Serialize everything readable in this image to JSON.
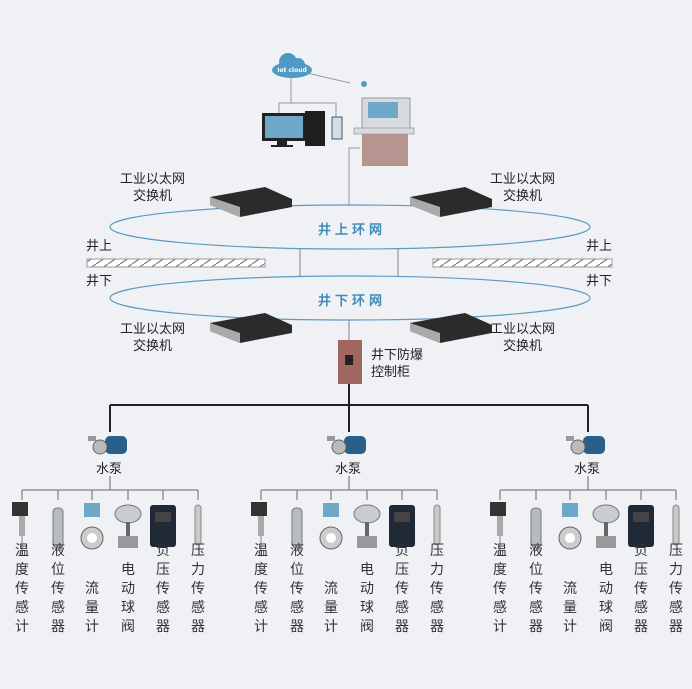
{
  "cloud": {
    "label": "Iot cloud"
  },
  "switch_label": [
    "工业以太网",
    "交换机"
  ],
  "ring_upper": "井上环网",
  "ring_lower": "井下环网",
  "above_ground": "井上",
  "below_ground": "井下",
  "cabinet": {
    "label_line1": "井下防爆",
    "label_line2": "控制柜"
  },
  "pump_label": "水泵",
  "devices": [
    "温度传感计",
    "液位传感器",
    "流量计",
    "电动球阀",
    "负压传感器",
    "压力传感器"
  ],
  "colors": {
    "ring": "#5a9cc2",
    "line": "#888888",
    "bus": "#222222",
    "cabinet": "#a0665f"
  }
}
